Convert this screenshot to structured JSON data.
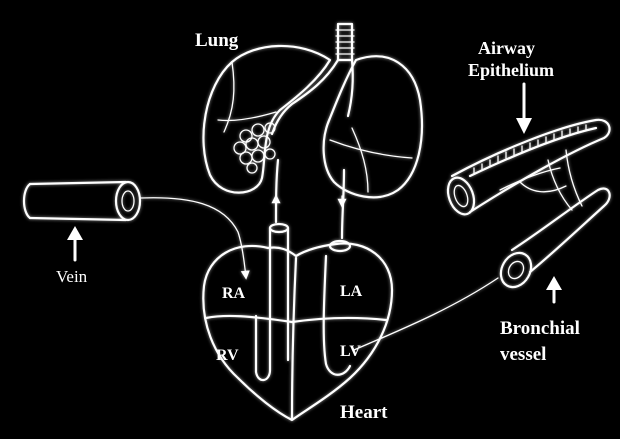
{
  "labels": {
    "lung": "Lung",
    "airway_line1": "Airway",
    "airway_line2": "Epithelium",
    "vein": "Vein",
    "ra": "RA",
    "la": "LA",
    "rv": "RV",
    "lv": "LV",
    "bronchial_line1": "Bronchial",
    "bronchial_line2": "vessel",
    "heart": "Heart"
  },
  "colors": {
    "background": "#000000",
    "stroke": "#ffffff"
  },
  "icons": [
    "arrow-up-icon",
    "arrow-down-icon"
  ]
}
